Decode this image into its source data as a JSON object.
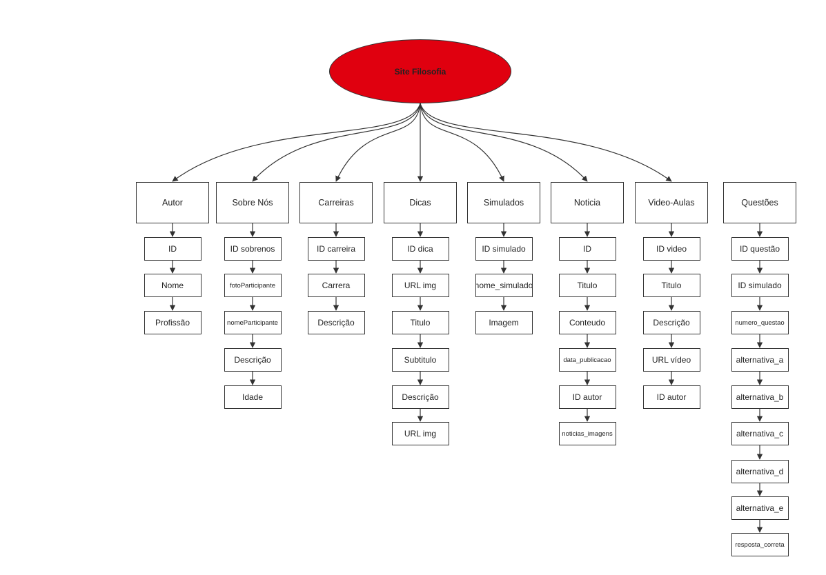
{
  "root": {
    "label": "Site Filosofia",
    "fill": "#e0000f"
  },
  "categories": [
    {
      "label": "Autor",
      "fields": [
        "ID",
        "Nome",
        "Profissão"
      ]
    },
    {
      "label": "Sobre Nós",
      "fields": [
        "ID sobrenos",
        "fotoParticipante",
        "nomeParticipante",
        "Descrição",
        "Idade"
      ]
    },
    {
      "label": "Carreiras",
      "fields": [
        "ID carreira",
        "Carrera",
        "Descrição"
      ]
    },
    {
      "label": "Dicas",
      "fields": [
        "ID dica",
        "URL img",
        "Titulo",
        "Subtitulo",
        "Descrição",
        "URL img"
      ]
    },
    {
      "label": "Simulados",
      "fields": [
        "ID simulado",
        "nome_simulado",
        "Imagem"
      ]
    },
    {
      "label": "Noticia",
      "fields": [
        "ID",
        "Titulo",
        "Conteudo",
        "data_publicacao",
        "ID autor",
        "noticias_imagens"
      ]
    },
    {
      "label": "Video-Aulas",
      "fields": [
        "ID video",
        "Titulo",
        "Descrição",
        "URL vídeo",
        "ID autor"
      ]
    },
    {
      "label": "Questões",
      "fields": [
        "ID questão",
        "ID simulado",
        "numero_questao",
        "alternativa_a",
        "alternativa_b",
        "alternativa_c",
        "alternativa_d",
        "alternativa_e",
        "resposta_correta"
      ]
    }
  ]
}
